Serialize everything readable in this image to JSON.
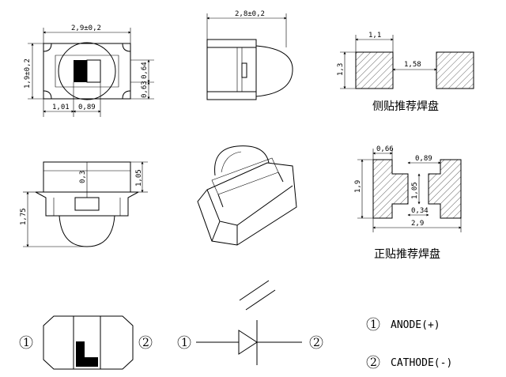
{
  "top_view": {
    "width": "2,9±0,2",
    "height": "1,9±0,2",
    "pad_a": "0,64",
    "pad_b": "0,63",
    "left_offset": "1,01",
    "chip_width": "0,89"
  },
  "side_view": {
    "width": "2,8±0,2"
  },
  "front_view": {
    "dim_a": "0,3",
    "dim_b": "1,05",
    "height": "1,75"
  },
  "side_pads": {
    "caption": "侧贴推荐焊盘",
    "pad_width": "1,1",
    "pad_height": "1,3",
    "gap": "1,58"
  },
  "front_pads": {
    "caption": "正贴推荐焊盘",
    "d1": "0,66",
    "d2": "0,89",
    "height": "1,9",
    "d3": "1,05",
    "d4": "0,34",
    "total": "2,9"
  },
  "pins": {
    "pin1": "1",
    "pin2": "2"
  },
  "legend": {
    "pin1_name": "ANODE(+)",
    "pin2_name": "CATHODE(-)"
  }
}
